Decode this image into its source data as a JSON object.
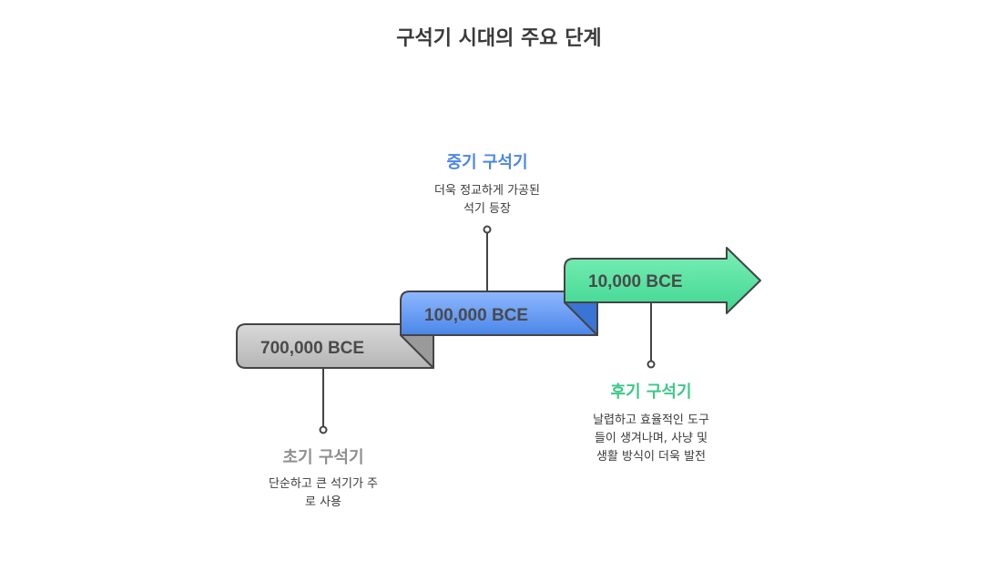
{
  "title": "구석기 시대의 주요 단계",
  "colors": {
    "early": "#8f8f8f",
    "middle": "#4a86e8",
    "late": "#3cc88a"
  },
  "stages": [
    {
      "name": "초기 구석기",
      "year": "700,000 BCE",
      "desc_line1": "단순하고 큰 석기가 주",
      "desc_line2": "로 사용"
    },
    {
      "name": "중기 구석기",
      "year": "100,000 BCE",
      "desc_line1": "더욱 정교하게 가공된",
      "desc_line2": "석기 등장"
    },
    {
      "name": "후기 구석기",
      "year": "10,000 BCE",
      "desc_line1": "날렵하고 효율적인 도구",
      "desc_line2": "들이 생겨나며, 사냥 및",
      "desc_line3": "생활 방식이 더욱 발전"
    }
  ]
}
